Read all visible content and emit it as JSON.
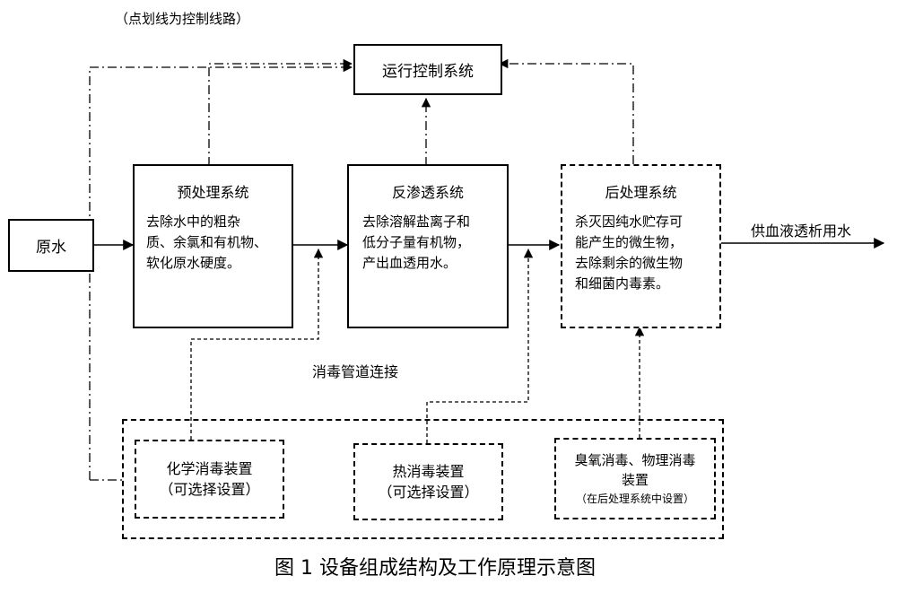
{
  "note": "（点划线为控制线路）",
  "control_system": "运行控制系统",
  "raw_water": "原水",
  "output_label": "供血液透析用水",
  "disinfection_pipe_label": "消毒管道连接",
  "caption": "图 1  设备组成结构及工作原理示意图",
  "pretreatment": {
    "title": "预处理系统",
    "lines": [
      "去除水中的粗杂",
      "质、余氯和有机物、",
      "软化原水硬度。"
    ]
  },
  "reverse_osmosis": {
    "title": "反渗透系统",
    "lines": [
      "去除溶解盐离子和",
      "低分子量有机物，",
      "产出血透用水。"
    ]
  },
  "post_treatment": {
    "title": "后处理系统",
    "lines": [
      "杀灭因纯水贮存可",
      "能产生的微生物，",
      "去除剩余的微生物",
      "和细菌内毒素。"
    ]
  },
  "chemical_disinfection": {
    "line1": "化学消毒装置",
    "line2": "（可选择设置）"
  },
  "heat_disinfection": {
    "line1": "热消毒装置",
    "line2": "（可选择设置）"
  },
  "ozone_disinfection": {
    "line1": "臭氧消毒、物理消毒",
    "line2": "装置",
    "line3": "（在后处理系统中设置）"
  }
}
